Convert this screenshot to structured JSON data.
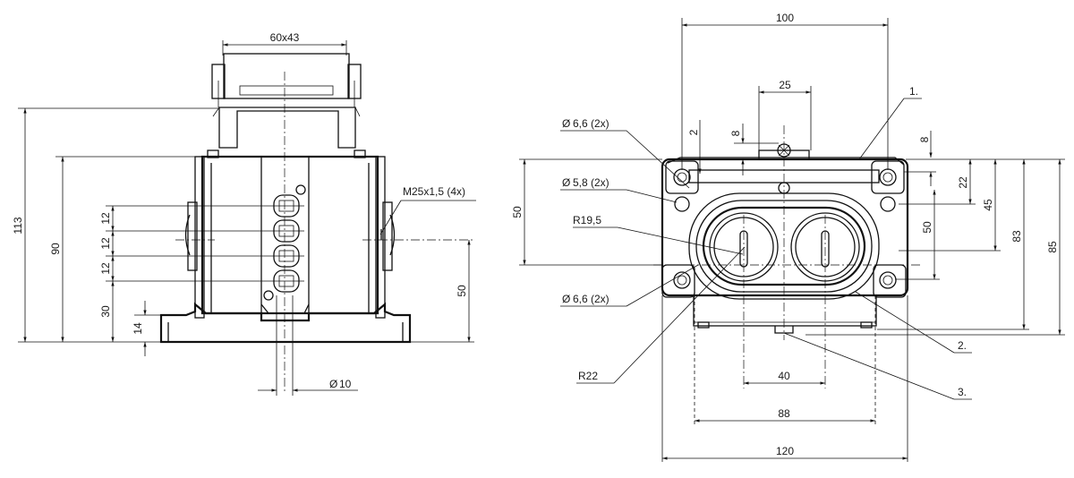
{
  "side_view": {
    "dims": {
      "top_width": "60x43",
      "height_total": "113",
      "height_body": "90",
      "pitch_1": "12",
      "pitch_2": "12",
      "pitch_3": "12",
      "base_to_first": "30",
      "base_height": "14",
      "center_height": "50",
      "shaft_dia": "10"
    },
    "thread_callout": "M25x1,5 (4x)"
  },
  "front_view": {
    "dims": {
      "width_top": "100",
      "slot_width": "25",
      "gap_2": "2",
      "gap_8_top": "8",
      "gap_8_right": "8",
      "right_22": "22",
      "right_45": "45",
      "right_50": "50",
      "right_83": "83",
      "right_85": "85",
      "left_50": "50",
      "width_40": "40",
      "width_88": "88",
      "width_120": "120"
    },
    "callouts": {
      "hole_top": "6,6 (2x)",
      "hole_mid": "5,8 (2x)",
      "hole_bottom": "6,6 (2x)",
      "radius_outer": "R19,5",
      "radius_inner": "R22"
    },
    "items": [
      "1.",
      "2.",
      "3."
    ]
  }
}
